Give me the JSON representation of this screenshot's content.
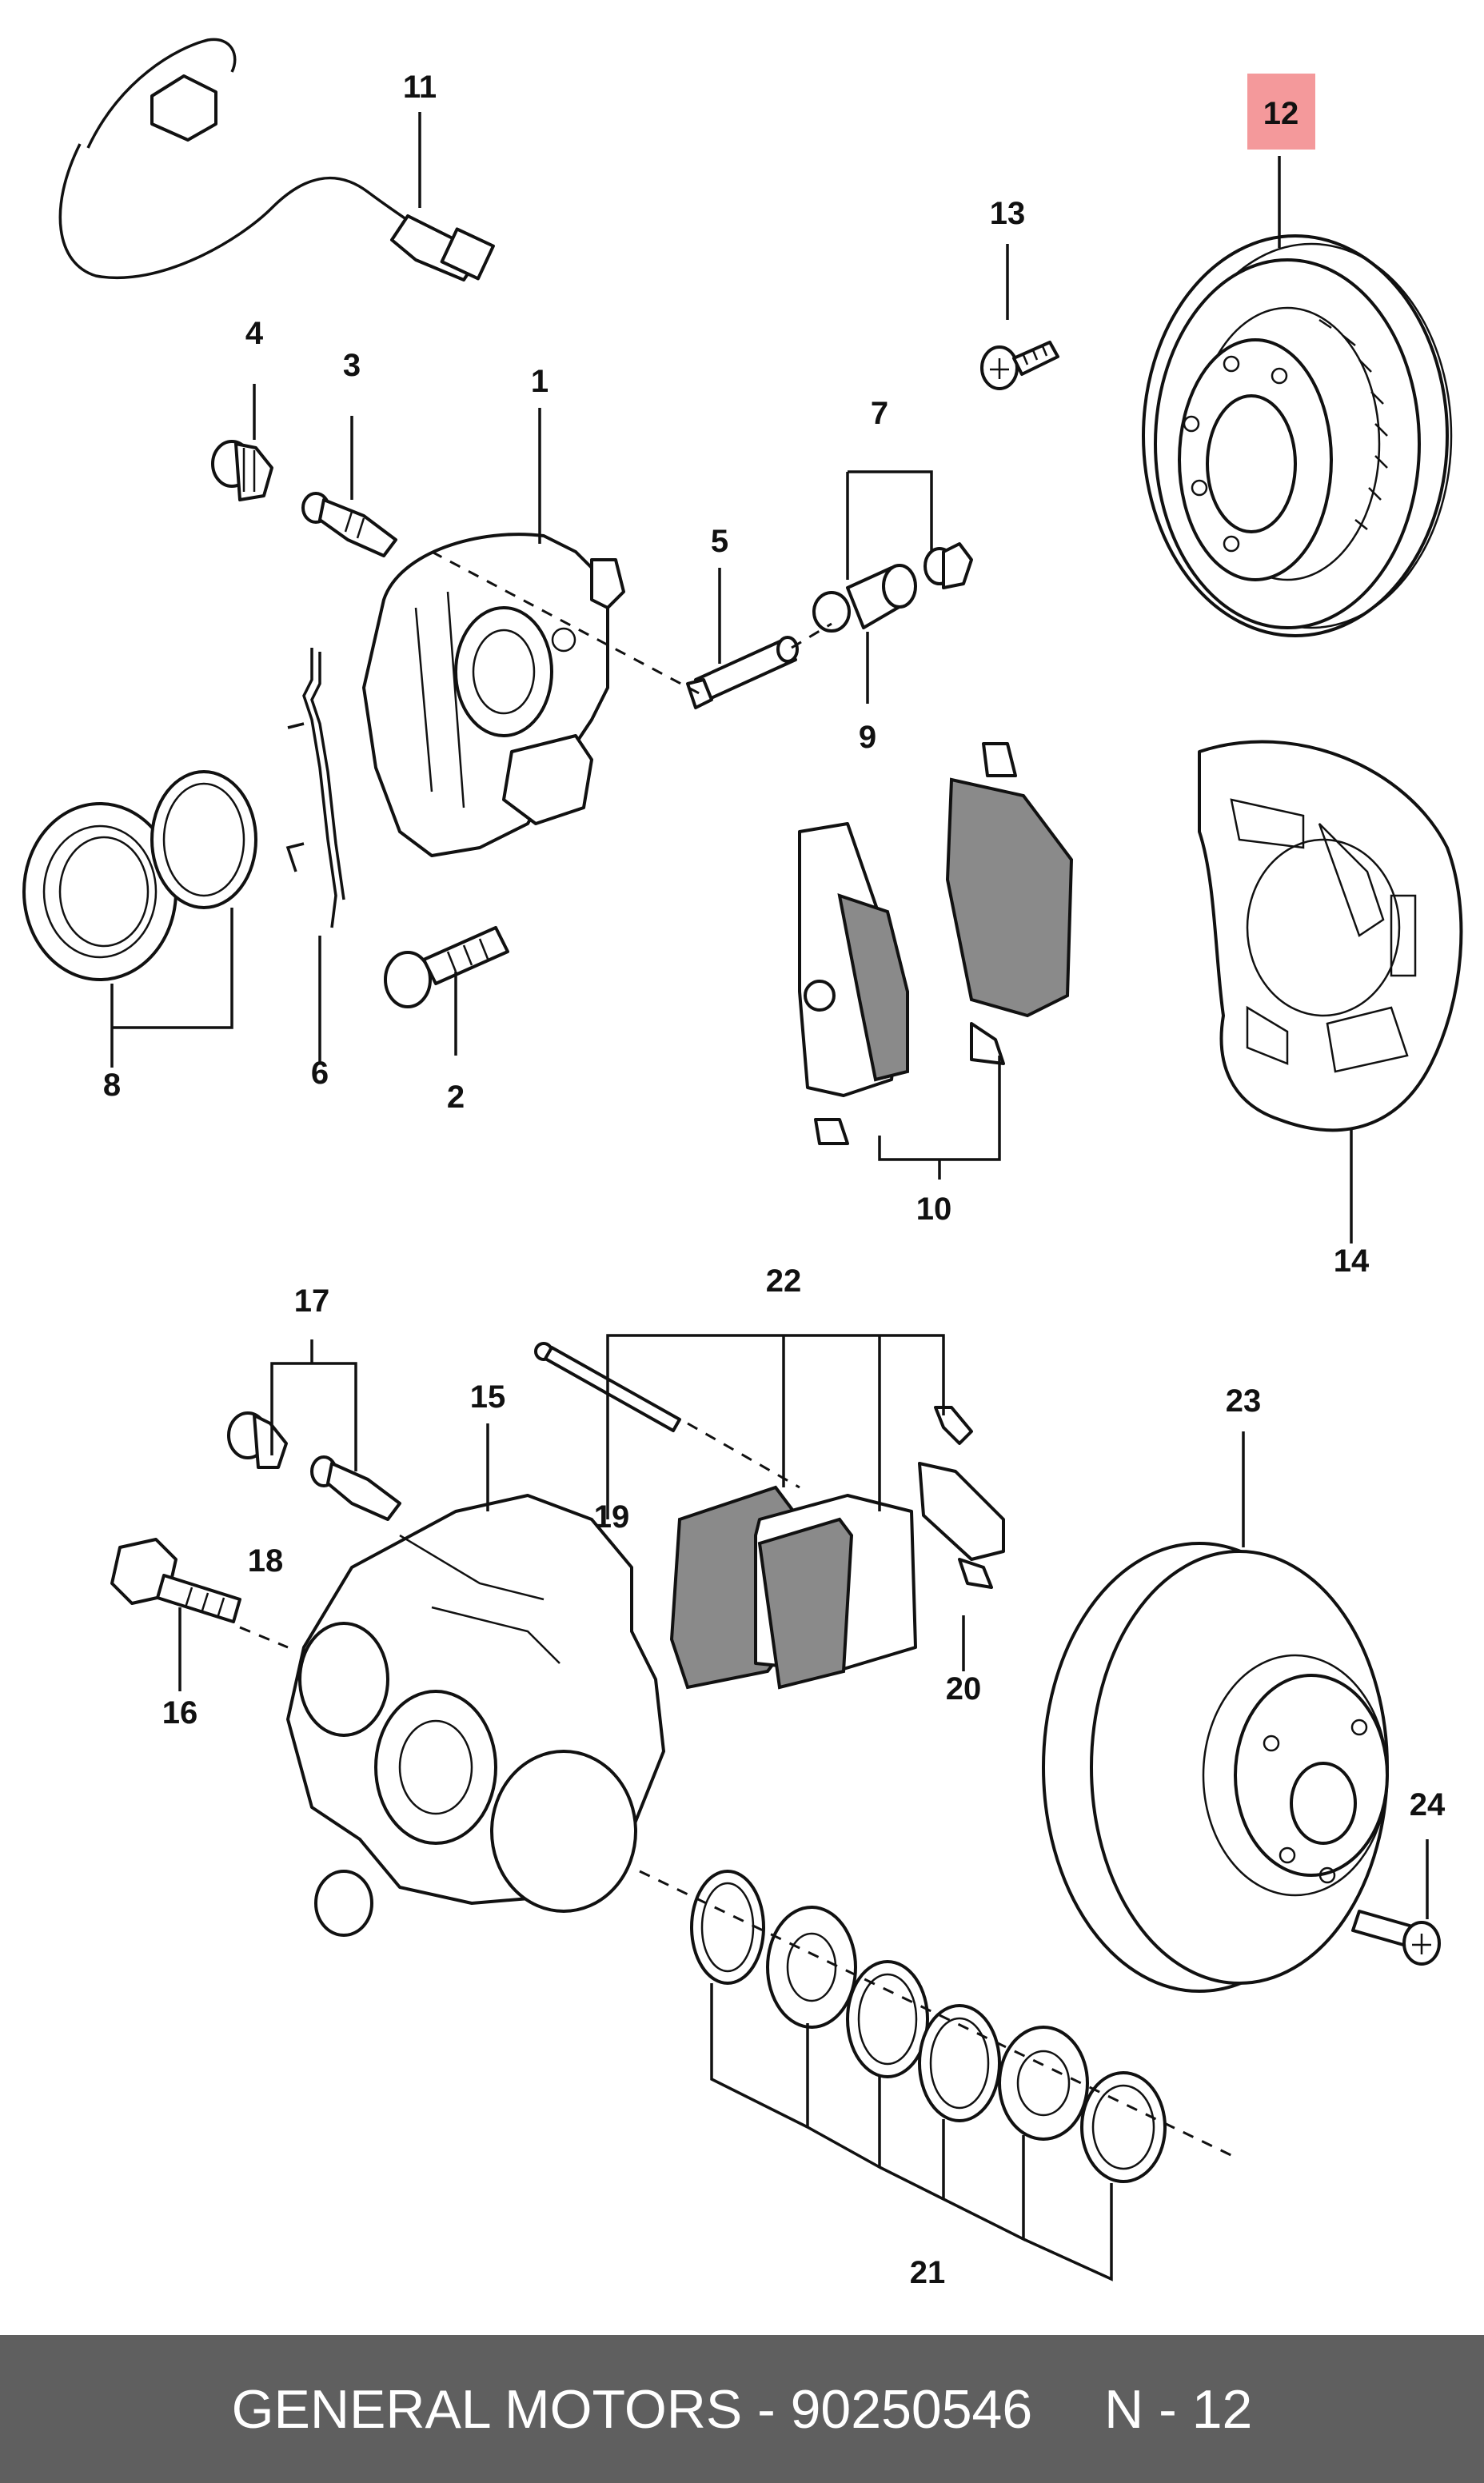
{
  "diagram": {
    "callouts": [
      "1",
      "2",
      "3",
      "4",
      "5",
      "6",
      "7",
      "8",
      "9",
      "10",
      "11",
      "12",
      "13",
      "14",
      "15",
      "16",
      "17",
      "18",
      "19",
      "20",
      "21",
      "22",
      "23",
      "24"
    ],
    "highlighted_callout": "12",
    "highlight_color": "#f4999b"
  },
  "footer": {
    "brand_part": "GENERAL MOTORS - 90250546",
    "ref": "N - 12",
    "background": "#5f5f5f"
  }
}
